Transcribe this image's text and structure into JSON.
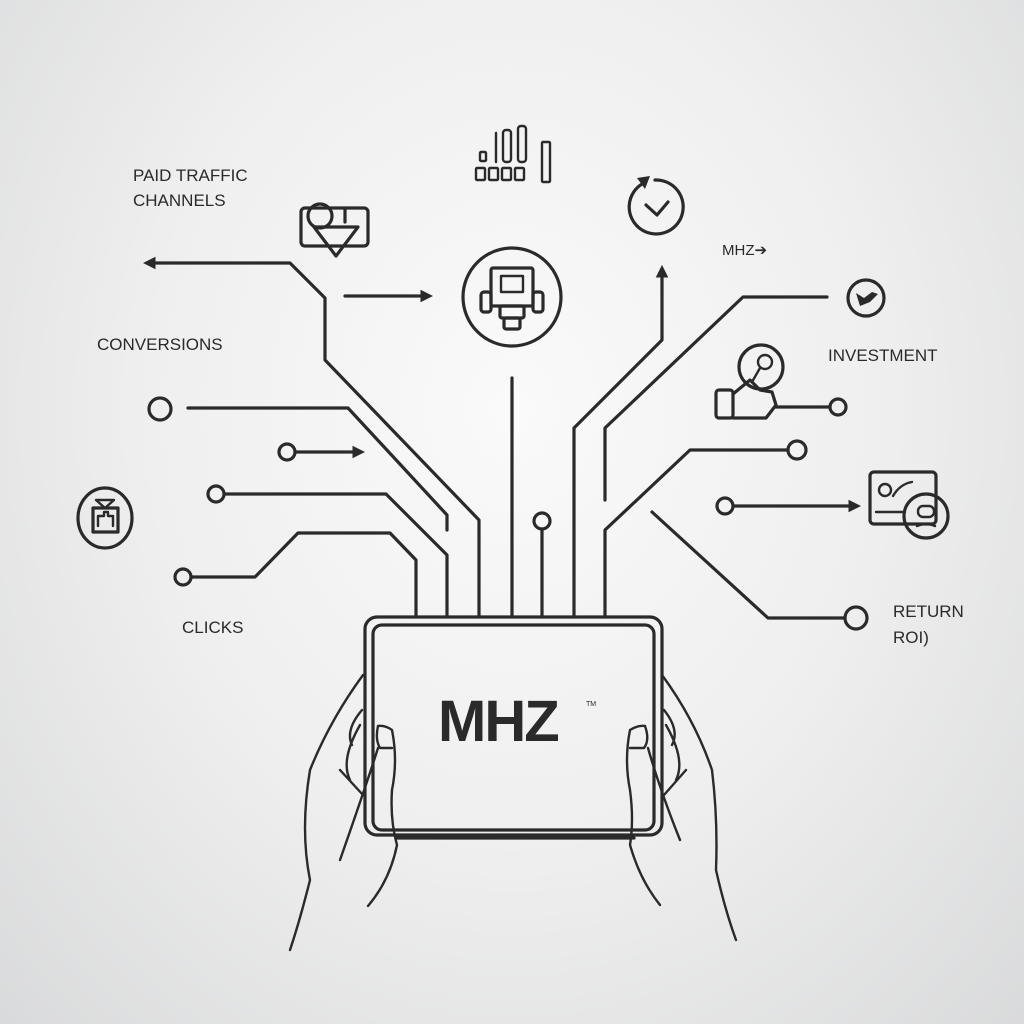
{
  "labels": {
    "paid_traffic_line1": "PAID TRAFFIC",
    "paid_traffic_line2": "CHANNELS",
    "conversions": "CONVERSIONS",
    "clicks": "CLICKS",
    "mhz_arrow": "MHZ➔",
    "investment": "INVESTMENT",
    "return_line1": "RETURN",
    "return_line2": "ROI)"
  },
  "device": {
    "logo": "MHZ",
    "trademark": "TM"
  },
  "colors": {
    "stroke": "#2a2a2a",
    "background_center": "#fafafa",
    "background_edge": "#d9dadb"
  }
}
